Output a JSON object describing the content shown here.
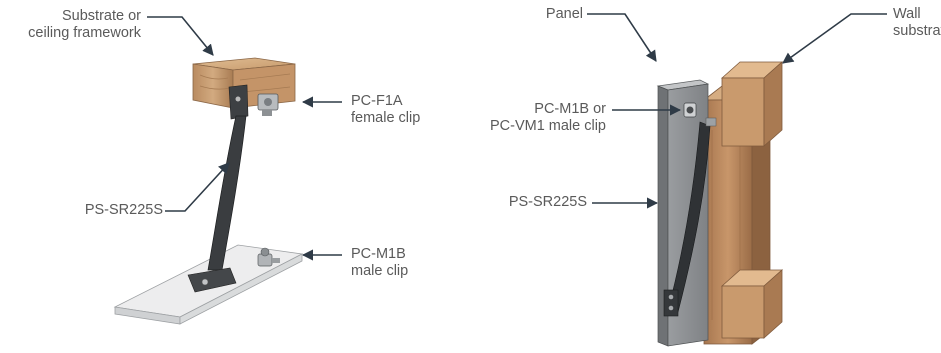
{
  "left_figure": {
    "labels": {
      "substrate": [
        "Substrate or",
        "ceiling framework"
      ],
      "female_clip": [
        "PC-F1A",
        "female clip"
      ],
      "strap": [
        "PS-SR225S"
      ],
      "male_clip": [
        "PC-M1B",
        "male clip"
      ]
    }
  },
  "right_figure": {
    "labels": {
      "panel": [
        "Panel"
      ],
      "wall_substrate": [
        "Wall",
        "substrate"
      ],
      "clip": [
        "PC-M1B or",
        "PC-VM1 male clip"
      ],
      "strap": [
        "PS-SR225S"
      ]
    }
  },
  "colors": {
    "label_text": "#5a5a5a",
    "arrow": "#2f3b47",
    "wood": "#c9a27a",
    "wood_dark": "#9c7451",
    "panel_gray": "#8e9193",
    "strap_dark": "#3a3d40",
    "plate": "#e4e5e6"
  }
}
